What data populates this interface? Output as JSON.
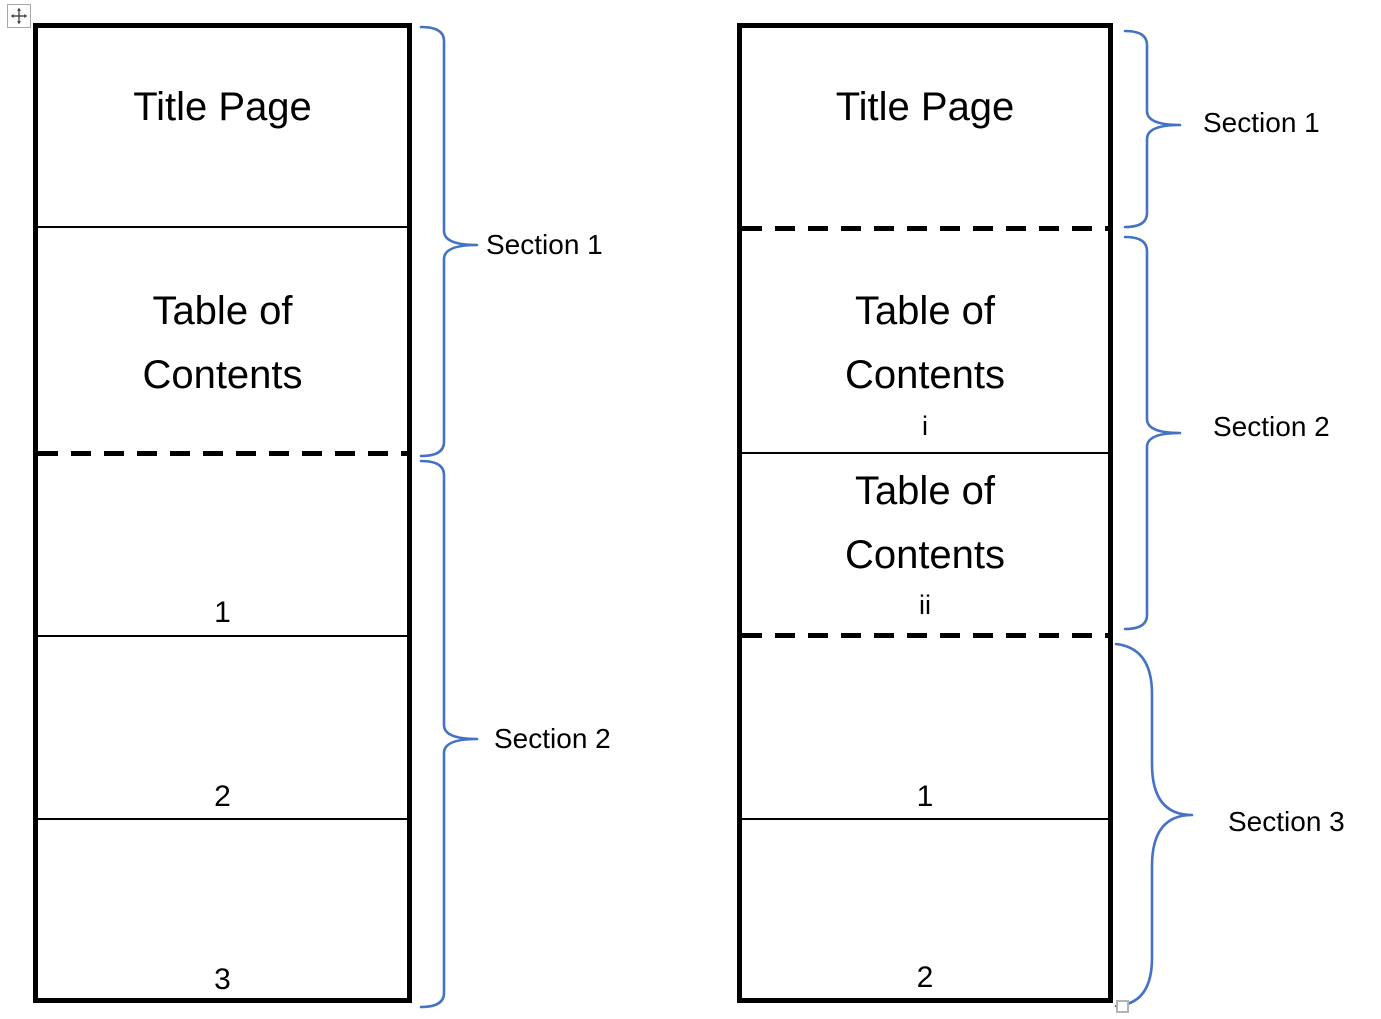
{
  "colors": {
    "accent_blue": "#4472C4",
    "line_black": "#000000",
    "background": "#FFFFFF",
    "handle_gray": "#B3B3B3"
  },
  "icons": {
    "move_handle": "move-cross-icon",
    "resize_handle": "resize-square-icon"
  },
  "left_diagram": {
    "cells": {
      "title": "Title Page",
      "toc": "Table of Contents",
      "page1": "1",
      "page2": "2",
      "page3": "3"
    },
    "section_labels": {
      "section1": "Section 1",
      "section2": "Section 2"
    }
  },
  "right_diagram": {
    "cells": {
      "title": "Title Page",
      "toc1": "Table of Contents",
      "toc1_page": "i",
      "toc2": "Table of Contents",
      "toc2_page": "ii",
      "page1": "1",
      "page2": "2"
    },
    "section_labels": {
      "section1": "Section 1",
      "section2": "Section 2",
      "section3": "Section 3"
    }
  }
}
